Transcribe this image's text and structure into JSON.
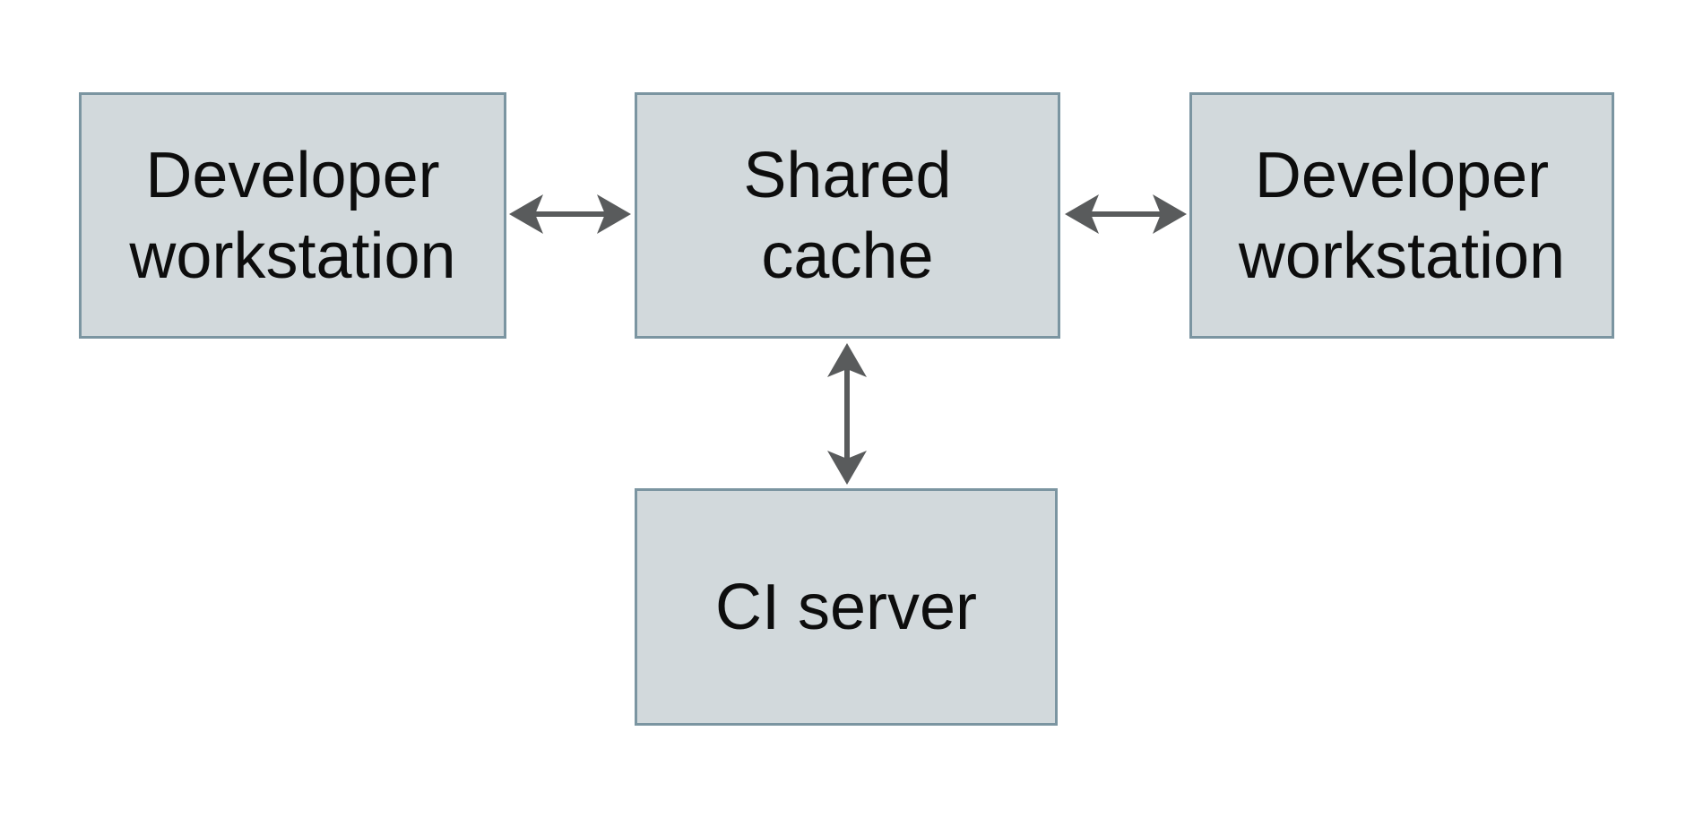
{
  "diagram": {
    "nodes": [
      {
        "id": "developer-workstation-left",
        "lines": [
          "Developer",
          "workstation"
        ]
      },
      {
        "id": "shared-cache",
        "lines": [
          "Shared",
          "cache"
        ]
      },
      {
        "id": "developer-workstation-right",
        "lines": [
          "Developer",
          "workstation"
        ]
      },
      {
        "id": "ci-server",
        "lines": [
          "CI server"
        ]
      }
    ],
    "edges": [
      {
        "from": "developer-workstation-left",
        "to": "shared-cache",
        "direction": "bidirectional",
        "orientation": "horizontal"
      },
      {
        "from": "shared-cache",
        "to": "developer-workstation-right",
        "direction": "bidirectional",
        "orientation": "horizontal"
      },
      {
        "from": "shared-cache",
        "to": "ci-server",
        "direction": "bidirectional",
        "orientation": "vertical"
      }
    ],
    "colors": {
      "box_fill": "#d2d9dc",
      "box_border": "#7b95a1",
      "arrow": "#595b5c",
      "text": "#0d0d0d",
      "background": "#ffffff"
    }
  }
}
